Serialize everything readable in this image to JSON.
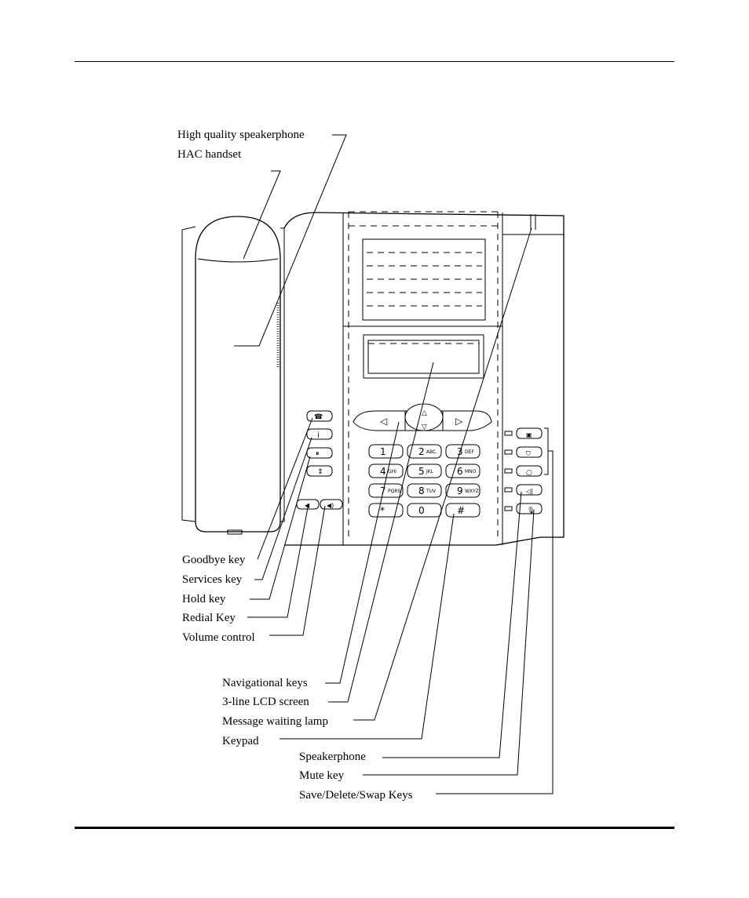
{
  "labels": {
    "speakerphone_hq": "High quality speakerphone",
    "hac_handset": "HAC handset",
    "goodbye_key": "Goodbye key",
    "services_key": "Services key",
    "hold_key": "Hold key",
    "redial_key": "Redial Key",
    "volume_control": "Volume control",
    "navigational_keys": "Navigational keys",
    "lcd_screen": "3-line LCD screen",
    "message_waiting_lamp": "Message waiting lamp",
    "keypad": "Keypad",
    "speakerphone": "Speakerphone",
    "mute_key": "Mute key",
    "save_delete_swap": "Save/Delete/Swap Keys"
  },
  "keypad": {
    "keys": [
      {
        "digit": "1",
        "letters": ""
      },
      {
        "digit": "2",
        "letters": "ABC"
      },
      {
        "digit": "3",
        "letters": "DEF"
      },
      {
        "digit": "4",
        "letters": "GHI"
      },
      {
        "digit": "5",
        "letters": "JKL"
      },
      {
        "digit": "6",
        "letters": "MNO"
      },
      {
        "digit": "7",
        "letters": "PQRS"
      },
      {
        "digit": "8",
        "letters": "TUV"
      },
      {
        "digit": "9",
        "letters": "WXYZ"
      },
      {
        "digit": "*",
        "letters": ""
      },
      {
        "digit": "0",
        "letters": ""
      },
      {
        "digit": "#",
        "letters": ""
      }
    ]
  },
  "icons": {
    "goodbye": "handset-down-icon",
    "services": "info-icon",
    "hold": "hold-icon",
    "redial": "redial-icon",
    "volume_down": "volume-down-icon",
    "volume_up": "volume-up-icon",
    "save": "save-icon",
    "delete": "delete-icon",
    "swap": "swap-icon",
    "speaker": "speaker-icon",
    "mute": "mute-icon",
    "nav_left": "arrow-left-icon",
    "nav_right": "arrow-right-icon",
    "nav_up": "arrow-up-icon",
    "nav_down": "arrow-down-icon"
  }
}
